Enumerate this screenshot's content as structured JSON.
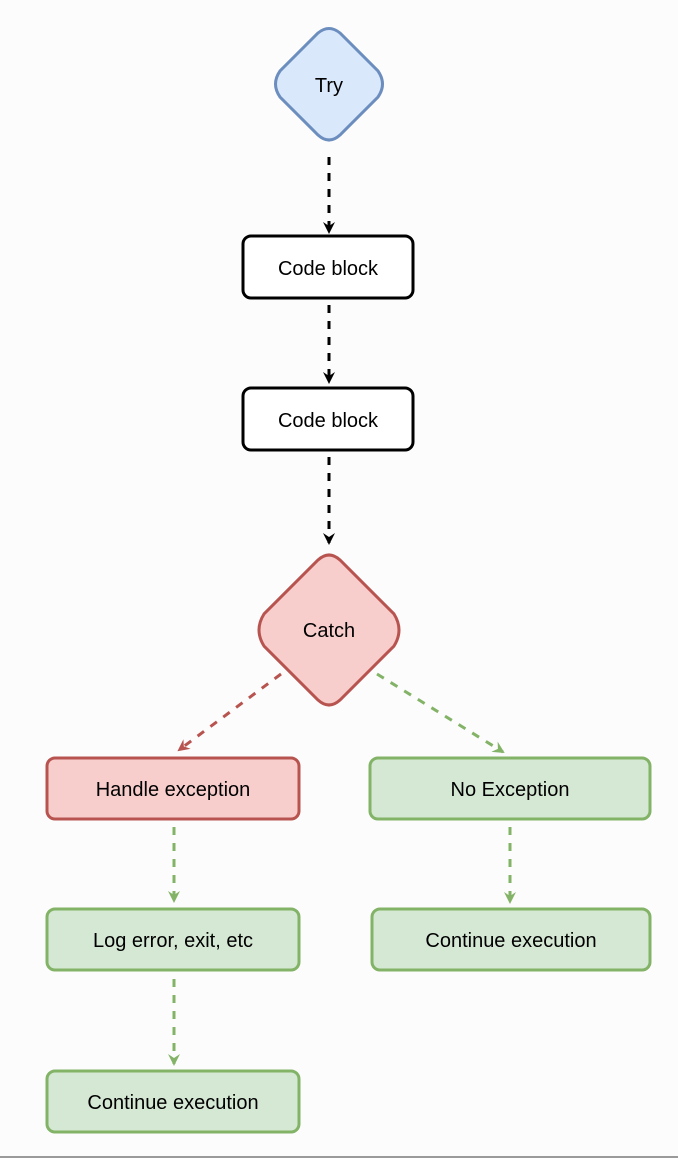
{
  "diagram": {
    "colors": {
      "background": "#fcfcfc",
      "try_fill": "#dae8fc",
      "try_stroke": "#6c8ebf",
      "code_fill": "#ffffff",
      "code_stroke": "#000000",
      "catch_fill": "#f8cecc",
      "catch_stroke": "#b85450",
      "success_fill": "#d5e8d4",
      "success_stroke": "#82b366",
      "edge_black": "#000000",
      "edge_red": "#b85450",
      "edge_green": "#82b366"
    },
    "nodes": {
      "try": {
        "label": "Try",
        "shape": "diamond"
      },
      "code_block_1": {
        "label": "Code block",
        "shape": "rounded-rectangle"
      },
      "code_block_2": {
        "label": "Code block",
        "shape": "rounded-rectangle"
      },
      "catch": {
        "label": "Catch",
        "shape": "diamond"
      },
      "handle_exception": {
        "label": "Handle exception",
        "shape": "rounded-rectangle"
      },
      "no_exception": {
        "label": "No Exception",
        "shape": "rounded-rectangle"
      },
      "log_error": {
        "label": "Log error, exit, etc",
        "shape": "rounded-rectangle"
      },
      "continue_left": {
        "label": "Continue execution",
        "shape": "rounded-rectangle"
      },
      "continue_right": {
        "label": "Continue execution",
        "shape": "rounded-rectangle"
      }
    },
    "edges": [
      {
        "from": "try",
        "to": "code_block_1",
        "style": "dashed",
        "color": "black"
      },
      {
        "from": "code_block_1",
        "to": "code_block_2",
        "style": "dashed",
        "color": "black"
      },
      {
        "from": "code_block_2",
        "to": "catch",
        "style": "dashed",
        "color": "black"
      },
      {
        "from": "catch",
        "to": "handle_exception",
        "style": "dashed",
        "color": "red"
      },
      {
        "from": "catch",
        "to": "no_exception",
        "style": "dashed",
        "color": "green"
      },
      {
        "from": "handle_exception",
        "to": "log_error",
        "style": "dashed",
        "color": "green"
      },
      {
        "from": "log_error",
        "to": "continue_left",
        "style": "dashed",
        "color": "green"
      },
      {
        "from": "no_exception",
        "to": "continue_right",
        "style": "dashed",
        "color": "green"
      }
    ]
  }
}
